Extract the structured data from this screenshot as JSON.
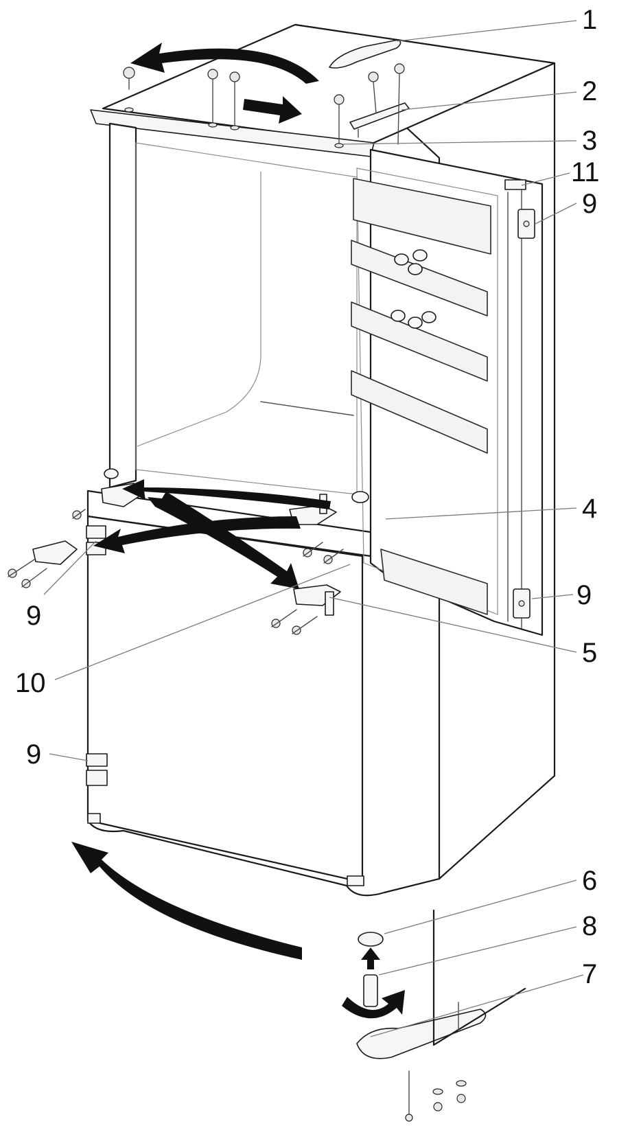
{
  "callouts": [
    {
      "id": "1",
      "label": "1"
    },
    {
      "id": "2",
      "label": "2"
    },
    {
      "id": "3",
      "label": "3"
    },
    {
      "id": "11",
      "label": "11"
    },
    {
      "id": "9a",
      "label": "9"
    },
    {
      "id": "4",
      "label": "4"
    },
    {
      "id": "9b",
      "label": "9"
    },
    {
      "id": "9c",
      "label": "9"
    },
    {
      "id": "5",
      "label": "5"
    },
    {
      "id": "10",
      "label": "10"
    },
    {
      "id": "9d",
      "label": "9"
    },
    {
      "id": "6",
      "label": "6"
    },
    {
      "id": "8",
      "label": "8"
    },
    {
      "id": "7",
      "label": "7"
    }
  ],
  "colors": {
    "line": "#1a1a1a",
    "arrow": "#111111",
    "leader": "#7a7a7a",
    "background": "#ffffff"
  }
}
